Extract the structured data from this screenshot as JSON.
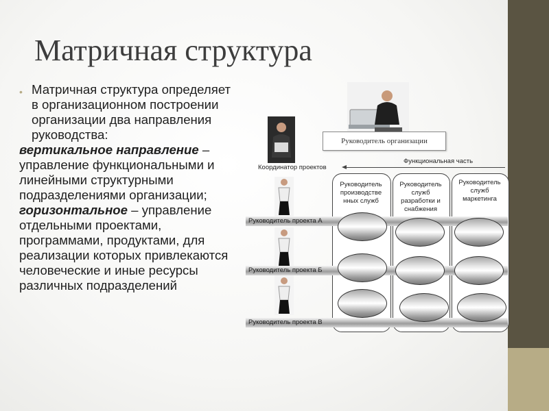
{
  "slide": {
    "title": "Матричная структура",
    "intro": "Матричная структура определяет в организационном построении организации два направления руководства:",
    "vertical_term": "вертикальное направление",
    "vertical_text": " – управление функциональными и линейными структурными подразделениями организации;",
    "horizontal_term": "горизонтальное",
    "horizontal_text": " – управление отдельными проектами, программами, продуктами, для реализации которых привлекаются человеческие и иные ресурсы различных подразделений"
  },
  "diagram": {
    "org_head": "Руководитель организации",
    "coordinator": "Координатор проектов",
    "functional_part": "Функциональная часть",
    "functional_heads": [
      "Руководитель производстве нных служб",
      "Руководитель служб разработки и снабжения",
      "Руководитель служб маркетинга"
    ],
    "project_heads": [
      "Руководитель  проекта А",
      "Руководитель  проекта Б",
      "Руководитель  проекта В"
    ]
  },
  "colors": {
    "side_band": "#5a5442",
    "side_band_light": "#b7ac86",
    "bullet": "#b7ac86",
    "title": "#3d3d3d"
  }
}
